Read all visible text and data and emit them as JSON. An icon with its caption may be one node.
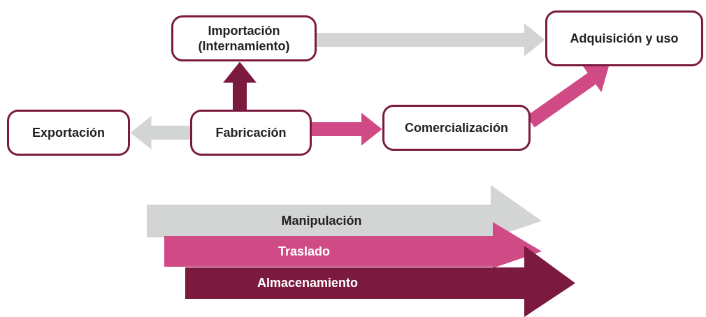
{
  "diagram": {
    "nodes": [
      {
        "text": [
          "Importación (Internamiento)"
        ]
      },
      {
        "text": [
          "Adquisición y uso"
        ]
      },
      {
        "text": [
          "Exportación"
        ]
      },
      {
        "text": [
          "Fabricación"
        ]
      },
      {
        "text": [
          "Comercialización"
        ]
      },
      {
        "text": [
          "Manipulación"
        ]
      },
      {
        "text": [
          "Traslado"
        ]
      },
      {
        "text": [
          "Almacenamiento"
        ]
      }
    ],
    "edges": [
      {
        "from": 3,
        "to": 0,
        "arrow": "to",
        "color": "#7b1a3e"
      },
      {
        "from": 3,
        "to": 2,
        "arrow": "to",
        "color": "#d3d5d5"
      },
      {
        "from": 3,
        "to": 4,
        "arrow": "to",
        "color": "#d04a86"
      },
      {
        "from": 0,
        "to": 1,
        "arrow": "to",
        "color": "#d3d5d5"
      },
      {
        "from": 4,
        "to": 1,
        "arrow": "to",
        "color": "#d04a86"
      }
    ]
  }
}
